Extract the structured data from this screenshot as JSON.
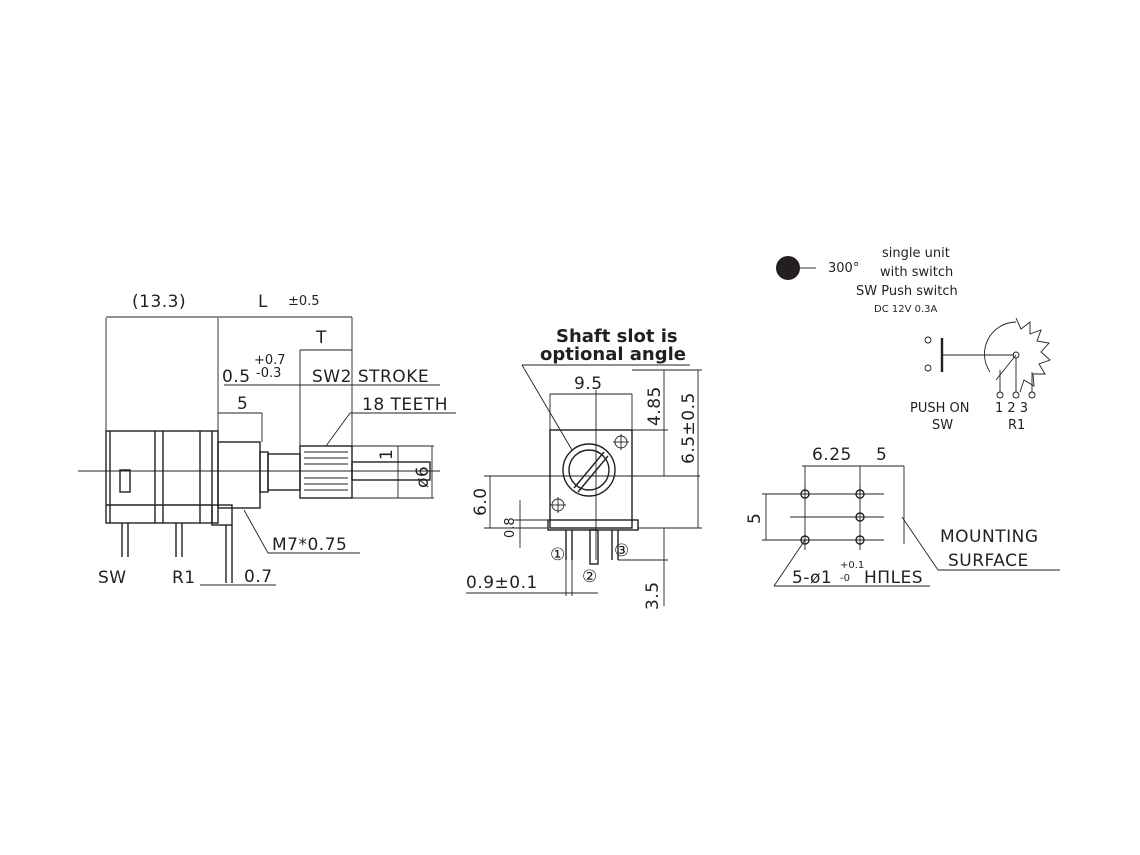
{
  "side_view": {
    "dim_body": "(13.3)",
    "dim_L": "L",
    "dim_L_tol": "±0.5",
    "dim_T": "T",
    "dim_stroke_base": "0.5",
    "dim_stroke_plus": "+0.7",
    "dim_stroke_minus": "-0.3",
    "stroke_label": "SW2 STROKE",
    "dim_5": "5",
    "teeth_label": "18 TEETH",
    "dim_1": "1",
    "dim_dia6": "ø6",
    "thread_label": "M7*0.75",
    "dim_0_7": "0.7",
    "sw_label": "SW",
    "r1_label": "R1"
  },
  "front_view": {
    "note_line1": "Shaft slot is",
    "note_line2": "optional angle",
    "dim_9_5": "9.5",
    "dim_4_85": "4.85",
    "dim_6_5": "6.5±0.5",
    "dim_6_0": "6.0",
    "dim_0_8": "0.8",
    "dim_0_9": "0.9±0.1",
    "dim_3_5": "3.5",
    "pin1": "①",
    "pin2": "②",
    "pin3": "③"
  },
  "schematic": {
    "angle": "300°",
    "title1": "single unit",
    "title2": "with switch",
    "title3": "SW Push switch",
    "rating": "DC 12V 0.3A",
    "push_on": "PUSH ON",
    "sw": "SW",
    "pins": "1 2 3",
    "r1": "R1"
  },
  "pcb_layout": {
    "dim_6_25": "6.25",
    "dim_5_h": "5",
    "dim_5_v": "5",
    "holes_label": "5-ø1",
    "holes_tol_plus": "+0.1",
    "holes_tol_minus": "-0",
    "holes_suffix": "HΠLES",
    "mounting1": "MOUNTING",
    "mounting2": "SURFACE"
  }
}
